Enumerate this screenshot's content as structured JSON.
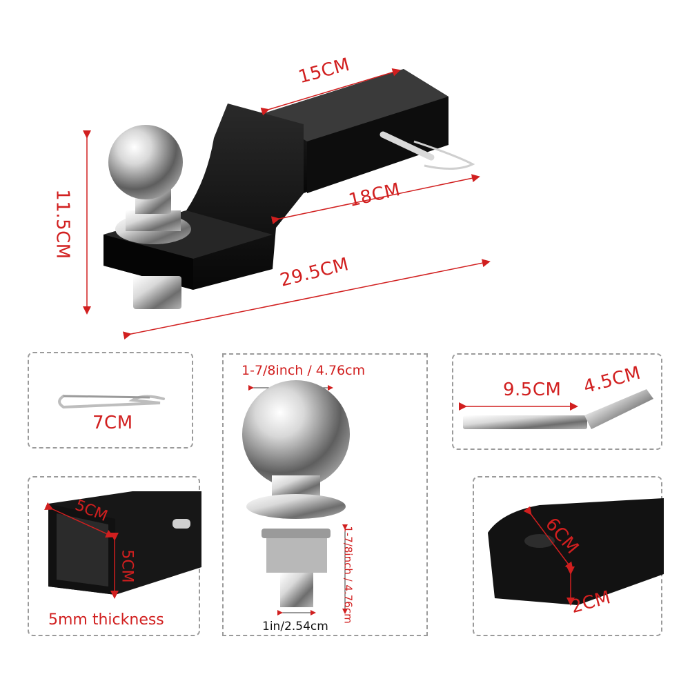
{
  "colors": {
    "dimension": "#d11f1f",
    "steel_black": "#151515",
    "chrome": "#c9c9c9",
    "panel_border": "#9a9a9a"
  },
  "main": {
    "length_top": "15CM",
    "length_mid": "18CM",
    "length_total": "29.5CM",
    "height": "11.5CM"
  },
  "panels": {
    "clip": {
      "label": "7CM"
    },
    "ball": {
      "top": "1-7/8inch / 4.76cm",
      "side": "1-7/8inch / 4.76cm",
      "bottom": "1in/2.54cm"
    },
    "pin": {
      "a": "9.5CM",
      "b": "4.5CM"
    },
    "receiver": {
      "w": "5CM",
      "h": "5CM",
      "note": "5mm thickness"
    },
    "shank": {
      "hole": "6CM",
      "thick": "2CM"
    }
  }
}
